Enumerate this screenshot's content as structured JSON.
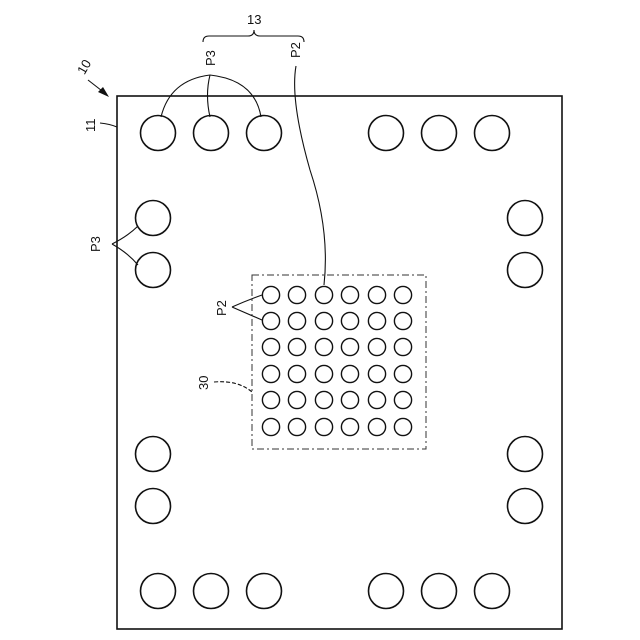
{
  "labels": {
    "device": "10",
    "substrate": "11",
    "group": "13",
    "pad_p2": "P2",
    "pad_p3": "P3",
    "region": "30"
  },
  "colors": {
    "line": "#111111",
    "background": "#ffffff"
  }
}
